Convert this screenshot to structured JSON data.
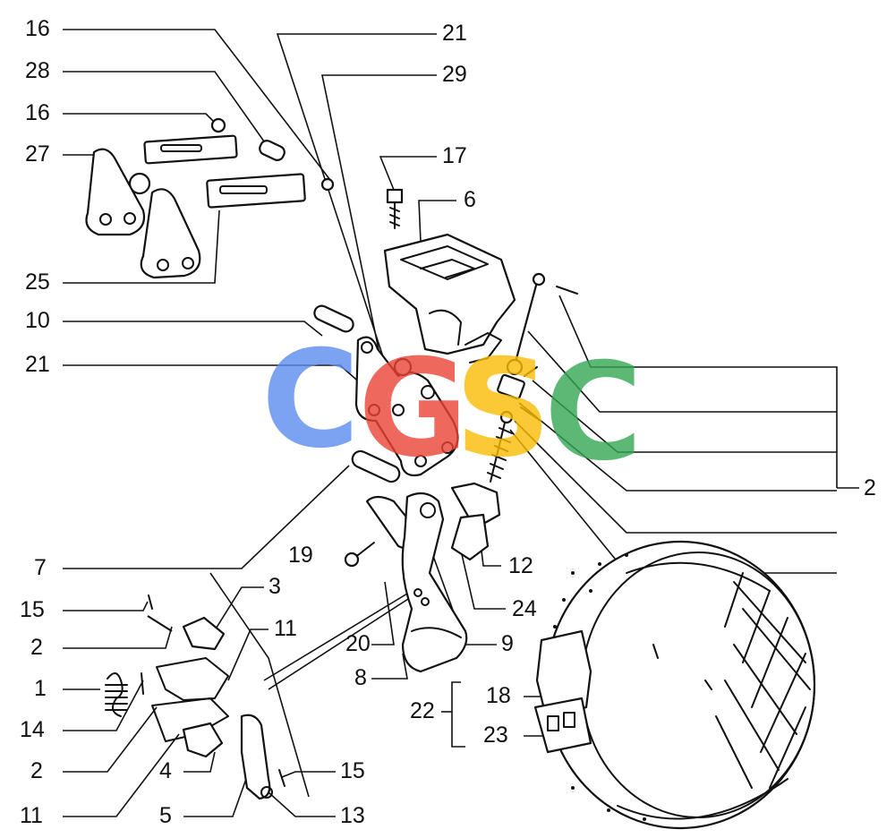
{
  "callouts": [
    "16",
    "28",
    "16",
    "27",
    "25",
    "10",
    "21",
    "21",
    "29",
    "17",
    "6",
    "2",
    "7",
    "19",
    "12",
    "24",
    "15",
    "2",
    "1",
    "14",
    "2",
    "11",
    "3",
    "11",
    "20",
    "8",
    "9",
    "22",
    "18",
    "23",
    "4",
    "5",
    "15",
    "13",
    "11"
  ],
  "watermark": {
    "letters": [
      "C",
      "G",
      "S",
      "C"
    ],
    "colors": [
      "#5B8DEF",
      "#EA4335",
      "#FBBC05",
      "#34A853"
    ]
  }
}
